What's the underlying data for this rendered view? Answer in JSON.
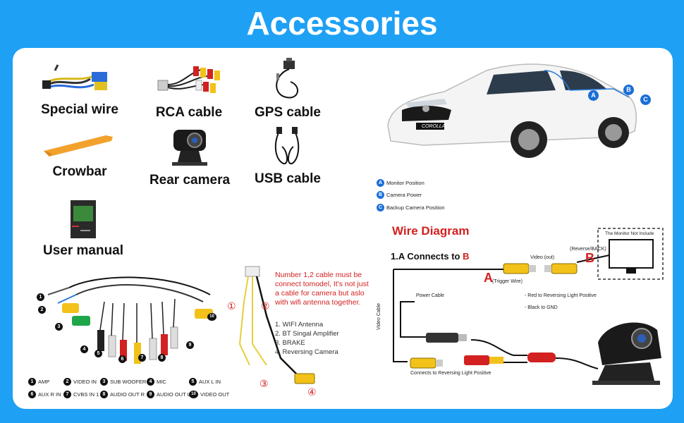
{
  "title": "Accessories",
  "accessories": [
    {
      "label": "Special wire"
    },
    {
      "label": "RCA cable"
    },
    {
      "label": "GPS cable"
    },
    {
      "label": "Crowbar"
    },
    {
      "label": "Rear camera"
    },
    {
      "label": "USB cable"
    },
    {
      "label": "User manual"
    }
  ],
  "car": {
    "model_badge": "COROLLA",
    "markers": [
      "A",
      "B",
      "C"
    ],
    "legend": [
      {
        "key": "A",
        "text": "Monitor Position"
      },
      {
        "key": "B",
        "text": "Camera Power"
      },
      {
        "key": "C",
        "text": "Backup Camera Position"
      }
    ]
  },
  "wire_diagram": {
    "title": "Wire Diagram",
    "subtitle_prefix": "1.A Connects to ",
    "subtitle_b": "B",
    "label_a": "A",
    "trigger": "(Trigger Wire)",
    "video_out": "Video (out)",
    "label_b": "B",
    "reverse_back": "(Reverse/BACK)",
    "monitor_note": "The Monitor Not Include",
    "power_cable": "Power Cable",
    "red_note": "- Red to Reversing Light Positive",
    "black_note": "- Black to GND",
    "video_cable": "Video Cable",
    "connects_note": "Connects to Reversing Light Positive"
  },
  "cable_note": {
    "note": "Number 1,2 cable must be connect tomodel, It's not just a cable for camera but aslo with wifi antenna together.",
    "pins": [
      "1. WIFI Antenna",
      "2. BT Singal Amplifier",
      "3. BRAKE",
      "4. Reversing Camera"
    ],
    "markers": [
      "①",
      "②",
      "③",
      "④"
    ]
  },
  "rca_legend": [
    {
      "n": "1",
      "text": "AMP"
    },
    {
      "n": "2",
      "text": "VIDEO IN"
    },
    {
      "n": "3",
      "text": "SUB WOOFER"
    },
    {
      "n": "4",
      "text": "MIC"
    },
    {
      "n": "5",
      "text": "AUX L IN"
    },
    {
      "n": "6",
      "text": "AUX R IN"
    },
    {
      "n": "7",
      "text": "CVBS IN 1"
    },
    {
      "n": "8",
      "text": "AUDIO OUT R"
    },
    {
      "n": "9",
      "text": "AUDIO OUT L"
    },
    {
      "n": "10",
      "text": "VIDEO OUT"
    }
  ],
  "rca_markers": [
    "1",
    "2",
    "3",
    "4",
    "5",
    "6",
    "7",
    "8",
    "9",
    "10"
  ],
  "colors": {
    "background": "#1ea0f5",
    "accent_red": "#d32020",
    "marker_blue": "#1a6fd8",
    "rca_yellow": "#f2c21a",
    "rca_red": "#d32020"
  }
}
